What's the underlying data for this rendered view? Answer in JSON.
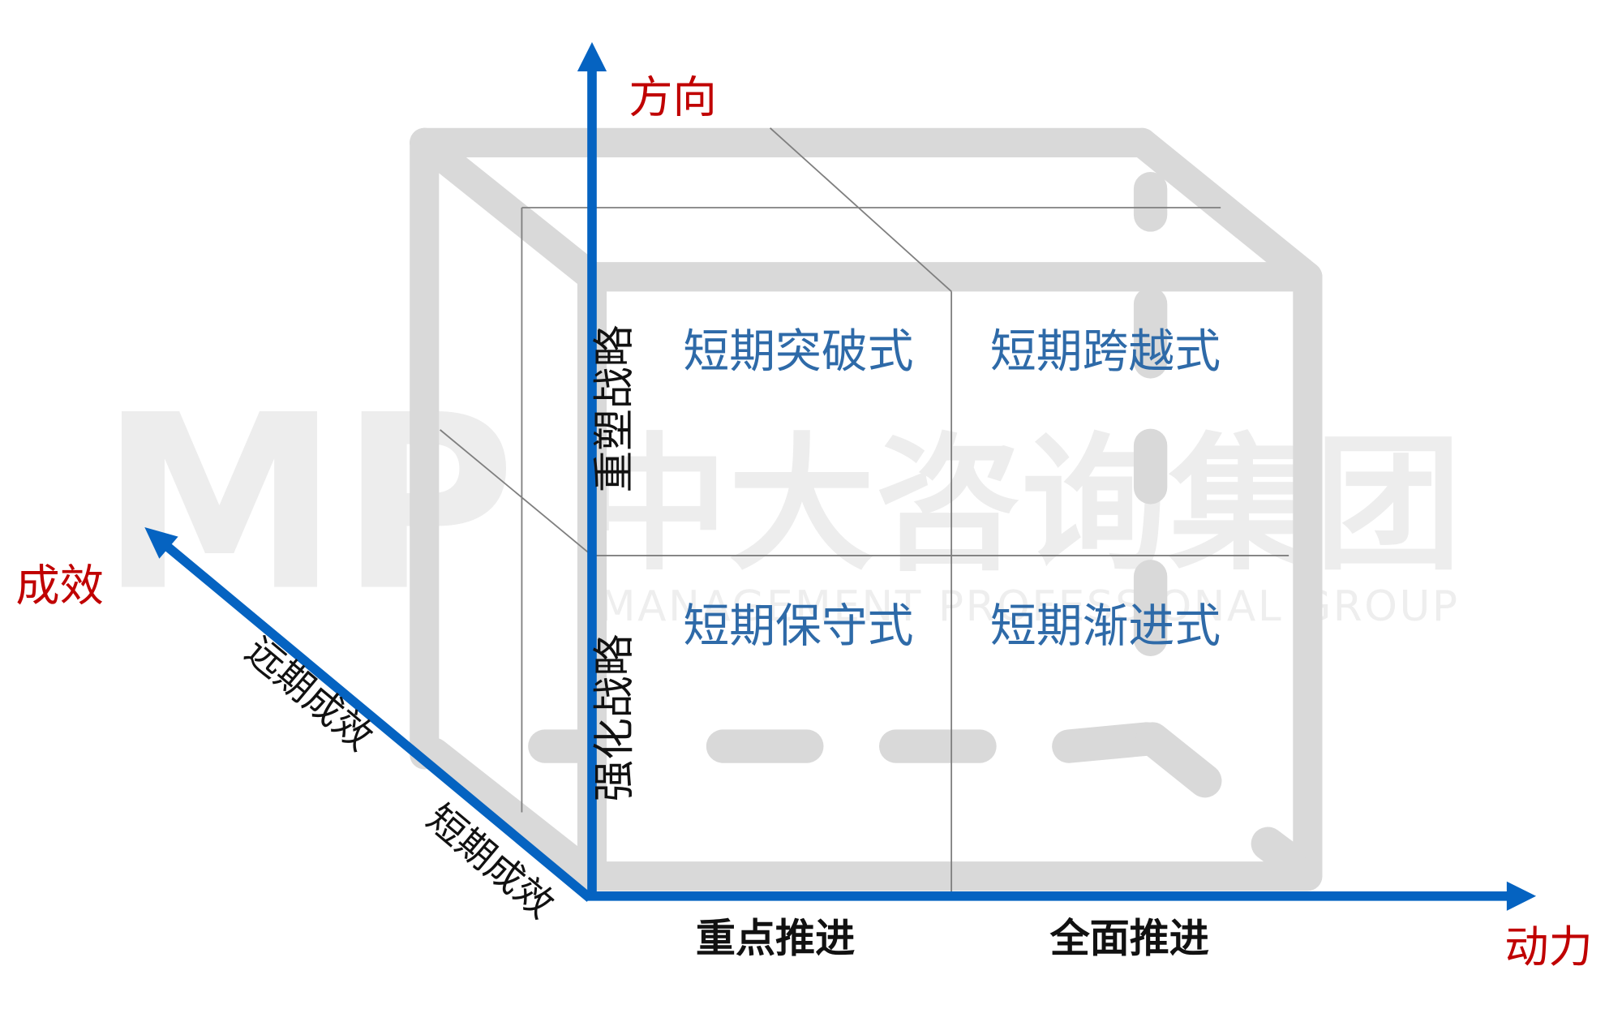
{
  "watermark": {
    "logo": "MP",
    "company": "中大咨询集团",
    "subtitle": "MANAGEMENT PROFESSIONAL GROUP"
  },
  "axes": {
    "vertical": {
      "label": "方向"
    },
    "horizontal": {
      "label": "动力",
      "categories": [
        "重点推进",
        "全面推进"
      ]
    },
    "depth": {
      "label": "成效",
      "categories": [
        "远期成效",
        "短期成效"
      ]
    }
  },
  "strategies": {
    "upper": "重塑战略",
    "lower": "强化战略"
  },
  "quadrants": [
    {
      "position": "top-left",
      "label": "短期突破式"
    },
    {
      "position": "top-right",
      "label": "短期跨越式"
    },
    {
      "position": "bottom-left",
      "label": "短期保守式"
    },
    {
      "position": "bottom-right",
      "label": "短期渐进式"
    }
  ],
  "colors": {
    "axis": "#0563c1",
    "axis_label": "#c00000",
    "quadrant_text": "#2e6aa8",
    "cube_frame": "#d9d9d9",
    "grid_line": "#7f7f7f"
  }
}
